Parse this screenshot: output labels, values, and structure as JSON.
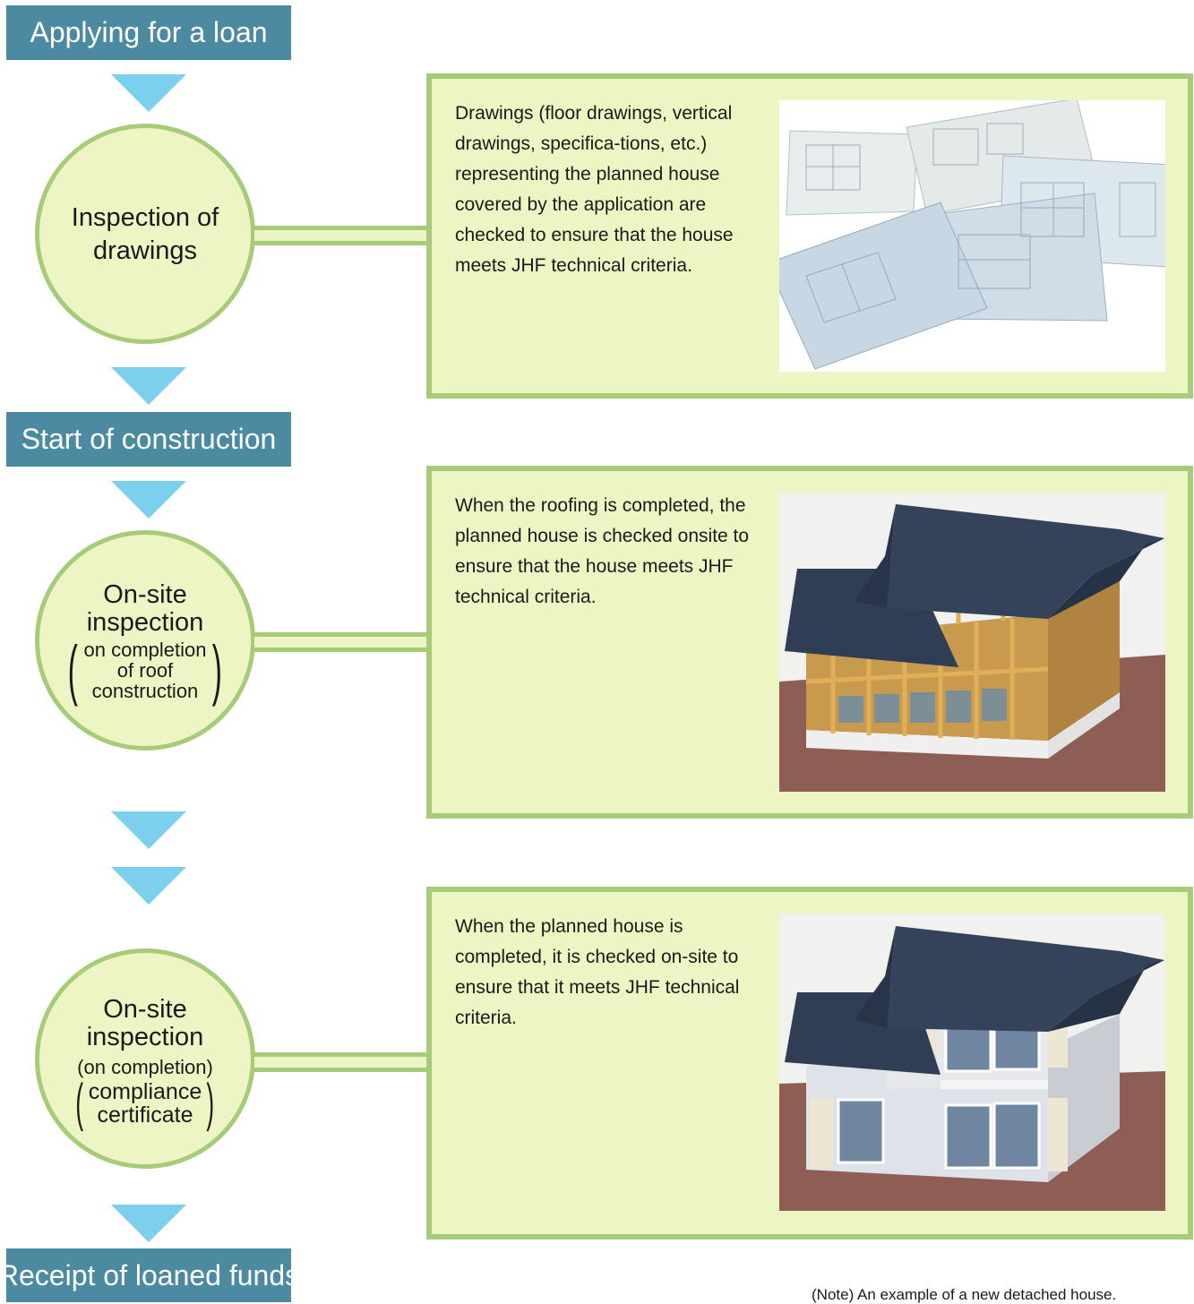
{
  "flow": {
    "step1": "Applying for a loan",
    "step2": "Start of construction",
    "step3": "Receipt of loaned funds"
  },
  "inspections": [
    {
      "title_line1": "Inspection of",
      "title_line2": "drawings",
      "description": "Drawings (floor drawings, vertical drawings, specifica-tions, etc.) representing the planned house covered by the application are checked to ensure that the house meets JHF technical criteria.",
      "image_icon": "blueprint-drawings-photo"
    },
    {
      "title_line1": "On-site",
      "title_line2": "inspection",
      "note_line1": "on completion",
      "note_line2": "of roof",
      "note_line3": "construction",
      "description": "When the roofing is completed, the planned house is checked onsite to ensure that the house meets JHF technical criteria.",
      "image_icon": "house-frame-model-photo"
    },
    {
      "title_line1": "On-site",
      "title_line2": "inspection",
      "note_line1": "(on completion)",
      "cert_line1": "compliance",
      "cert_line2": "certificate",
      "description": "When the planned house is completed, it is checked on-site to ensure that it meets JHF technical criteria.",
      "image_icon": "completed-house-model-photo"
    }
  ],
  "footnote": "(Note) An example of a new detached house.",
  "colors": {
    "banner": "#4b8aa1",
    "arrow": "#7dcfee",
    "panel_fill": "#eef5c4",
    "panel_border": "#a6cc7a"
  }
}
